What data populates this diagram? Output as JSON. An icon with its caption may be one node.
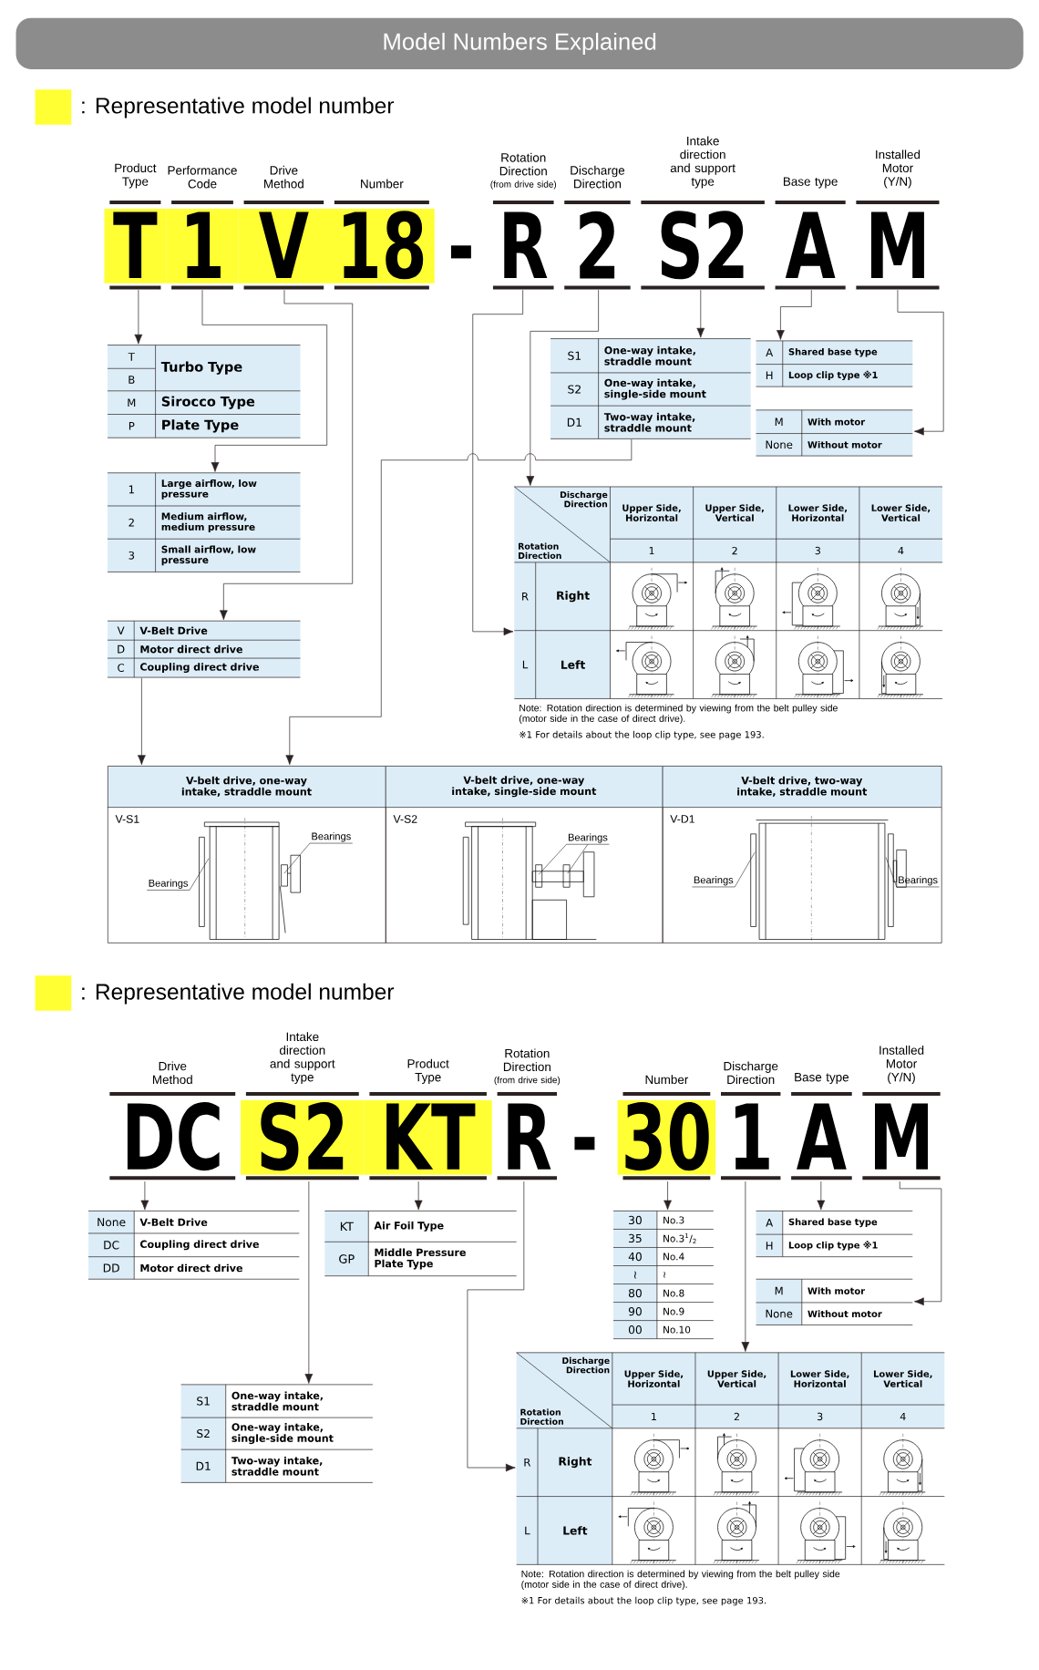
{
  "diagram": {
    "title": "Model Numbers Explained",
    "nodes": [
      {
        "text": [
          "T"
        ],
        "beside": [
          "Product Type"
        ]
      },
      {
        "text": [
          "1"
        ],
        "beside": [
          "Performance Code"
        ]
      },
      {
        "text": [
          "V"
        ],
        "beside": [
          "Drive Method"
        ]
      },
      {
        "text": [
          "18"
        ],
        "beside": [
          "Number"
        ]
      },
      {
        "text": [
          "R"
        ],
        "beside": [
          "Rotation Direction",
          "(from drive side)"
        ]
      },
      {
        "text": [
          "2"
        ],
        "beside": [
          "Discharge Direction"
        ]
      },
      {
        "text": [
          "S2"
        ],
        "beside": [
          "Intake direction and support type"
        ]
      },
      {
        "text": [
          "A"
        ],
        "beside": [
          "Base type"
        ]
      },
      {
        "text": [
          "M"
        ],
        "beside": [
          "Installed Motor (Y/N)"
        ]
      },
      {
        "text": [
          "T",
          "Turbo Type",
          "B",
          "M",
          "Sirocco Type",
          "P",
          "Plate Type"
        ]
      },
      {
        "text": [
          "1",
          "Large airflow, low pressure",
          "2",
          "Medium airflow, medium pressure",
          "3",
          "Small airflow, low pressure"
        ]
      },
      {
        "text": [
          "V",
          "V-Belt Drive",
          "D",
          "Motor direct drive",
          "C",
          "Coupling direct drive"
        ]
      },
      {
        "text": [
          "S1",
          "One-way intake, straddle mount",
          "S2",
          "One-way intake, single-side mount",
          "D1",
          "Two-way intake, straddle mount"
        ]
      },
      {
        "text": [
          "A",
          "Shared base type",
          "H",
          "Loop clip type ※1"
        ]
      },
      {
        "text": [
          "M",
          "With motor",
          "None",
          "Without motor"
        ]
      },
      {
        "text": [
          "Discharge Direction",
          "Rotation Direction",
          "Upper Side, Horizontal",
          "Upper Side, Vertical",
          "Lower Side, Horizontal",
          "Lower Side, Vertical",
          "1",
          "2",
          "3",
          "4",
          "R",
          "Right",
          "L",
          "Left"
        ],
        "beside": [
          "Note: Rotation direction is determined by viewing from the belt pulley side (motor side in the case of direct drive).",
          "※1 For details about the loop clip type, see page 193."
        ]
      },
      {
        "text": [
          "V-belt drive, one-way intake, straddle mount",
          "V-S1"
        ]
      },
      {
        "text": [
          "Bearings"
        ],
        "in": 16
      },
      {
        "text": [
          "Bearings"
        ],
        "in": 16
      },
      {
        "text": [
          "V-belt drive, one-way intake, single-side mount",
          "V-S2"
        ]
      },
      {
        "text": [
          "Bearings"
        ],
        "in": 19
      },
      {
        "text": [
          "V-belt drive, two-way intake, straddle mount",
          "V-D1"
        ]
      },
      {
        "text": [
          "Bearings"
        ],
        "in": 21
      },
      {
        "text": [
          "Bearings"
        ],
        "in": 21
      },
      {
        "text": [
          "DC"
        ],
        "beside": [
          "Drive Method"
        ]
      },
      {
        "text": [
          "S2"
        ],
        "beside": [
          "Intake direction and support type"
        ]
      },
      {
        "text": [
          "KT"
        ],
        "beside": [
          "Product Type"
        ]
      },
      {
        "text": [
          "R"
        ],
        "beside": [
          "Rotation Direction",
          "(from drive side)"
        ]
      },
      {
        "text": [
          "30"
        ],
        "beside": [
          "Number"
        ]
      },
      {
        "text": [
          "1"
        ],
        "beside": [
          "Discharge Direction"
        ]
      },
      {
        "text": [
          "A"
        ],
        "beside": [
          "Base type"
        ]
      },
      {
        "text": [
          "M"
        ],
        "beside": [
          "Installed Motor (Y/N)"
        ]
      },
      {
        "text": [
          "None",
          "V-Belt Drive",
          "DC",
          "Coupling direct drive",
          "DD",
          "Motor direct drive"
        ]
      },
      {
        "text": [
          "KT",
          "Air Foil Type",
          "GP",
          "Middle Pressure Plate Type"
        ]
      },
      {
        "text": [
          "30",
          "No.3",
          "35",
          "No.3$^{1}$/$_{2}$",
          "40",
          "No.4",
          "≀",
          "≀",
          "80",
          "No.8",
          "90",
          "No.9",
          "00",
          "No.10"
        ]
      },
      {
        "text": [
          "A",
          "Shared base type",
          "H",
          "Loop clip type ※1"
        ]
      },
      {
        "text": [
          "M",
          "With motor",
          "None",
          "Without motor"
        ]
      },
      {
        "text": [
          "S1",
          "One-way intake, straddle mount",
          "S2",
          "One-way intake, single-side mount",
          "D1",
          "Two-way intake, straddle mount"
        ]
      },
      {
        "text": [
          "Discharge Direction",
          "Rotation Direction",
          "Upper Side, Horizontal",
          "Upper Side, Vertical",
          "Lower Side, Horizontal",
          "Lower Side, Vertical",
          "1",
          "2",
          "3",
          "4",
          "R",
          "Right",
          "L",
          "Left"
        ],
        "beside": [
          "Note: Rotation direction is determined by viewing from the belt pulley side (motor side in the case of direct drive).",
          "※1 For details about the loop clip type, see page 193."
        ]
      }
    ],
    "edges": [
      {
        "from": 0,
        "to": 9,
        "arrow": "to"
      },
      {
        "from": 1,
        "to": 10,
        "arrow": "to"
      },
      {
        "from": 2,
        "to": 11,
        "arrow": "to"
      },
      {
        "from": 4,
        "to": 15,
        "arrow": "to"
      },
      {
        "from": 5,
        "to": 15,
        "arrow": "to"
      },
      {
        "from": 6,
        "to": 12,
        "arrow": "to"
      },
      {
        "from": 7,
        "to": 13,
        "arrow": "to"
      },
      {
        "from": 8,
        "to": 14,
        "arrow": "to"
      },
      {
        "from": 12,
        "to": 16,
        "arrow": "to"
      },
      {
        "from": 11,
        "to": 16,
        "arrow": "to"
      },
      {
        "from": 17,
        "to": null,
        "arrow": "none"
      },
      {
        "from": 18,
        "to": null,
        "arrow": "none"
      },
      {
        "from": 20,
        "to": null,
        "arrow": "none"
      },
      {
        "from": 20,
        "to": null,
        "arrow": "none"
      },
      {
        "from": 22,
        "to": null,
        "arrow": "none"
      },
      {
        "from": 23,
        "to": null,
        "arrow": "none"
      },
      {
        "from": 24,
        "to": 32,
        "arrow": "to"
      },
      {
        "from": 25,
        "to": 37,
        "arrow": "to"
      },
      {
        "from": 26,
        "to": 33,
        "arrow": "to"
      },
      {
        "from": 27,
        "to": 38,
        "arrow": "to"
      },
      {
        "from": 28,
        "to": 34,
        "arrow": "to"
      },
      {
        "from": 29,
        "to": 38,
        "arrow": "to"
      },
      {
        "from": 30,
        "to": 35,
        "arrow": "to"
      },
      {
        "from": 31,
        "to": 36,
        "arrow": "to"
      }
    ],
    "labels": [
      "-",
      "-"
    ],
    "legend": [
      {
        "text": ": Representative model number",
        "color": "#ffff33"
      },
      {
        "text": ": Representative model number",
        "color": "#ffff33"
      }
    ]
  }
}
